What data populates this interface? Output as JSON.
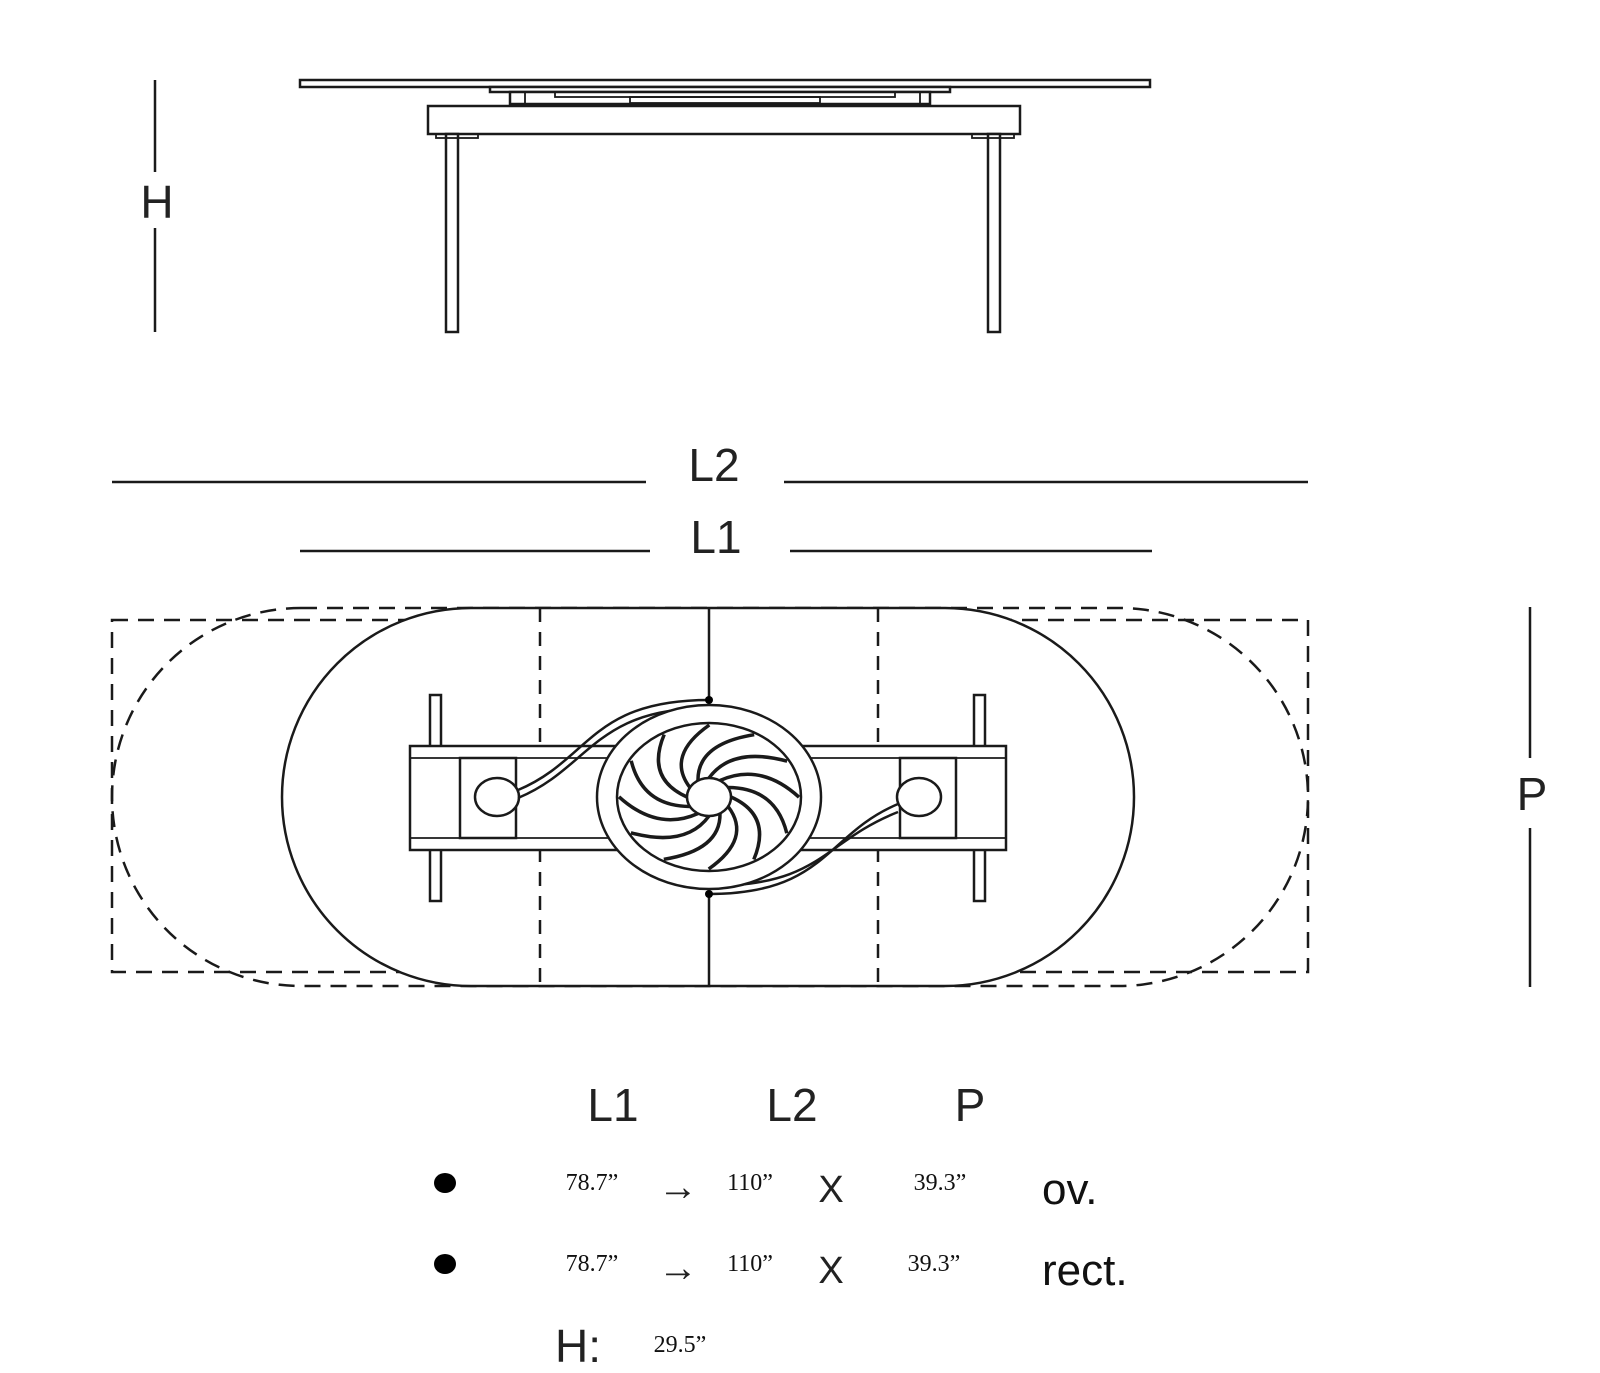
{
  "side_view": {
    "height_label": "H"
  },
  "top_view": {
    "length_extended_label": "L2",
    "length_closed_label": "L1",
    "depth_label": "P"
  },
  "table": {
    "headers": [
      "L1",
      "L2",
      "P"
    ],
    "rows": [
      {
        "l1": "78.7”",
        "arrow": "→",
        "l2": "110”",
        "times": "X",
        "p": "39.3”",
        "shape": "ov."
      },
      {
        "l1": "78.7”",
        "arrow": "→",
        "l2": "110”",
        "times": "X",
        "p": "39.3”",
        "shape": "rect."
      }
    ],
    "height": {
      "label": "H:",
      "value": "29.5”"
    }
  }
}
